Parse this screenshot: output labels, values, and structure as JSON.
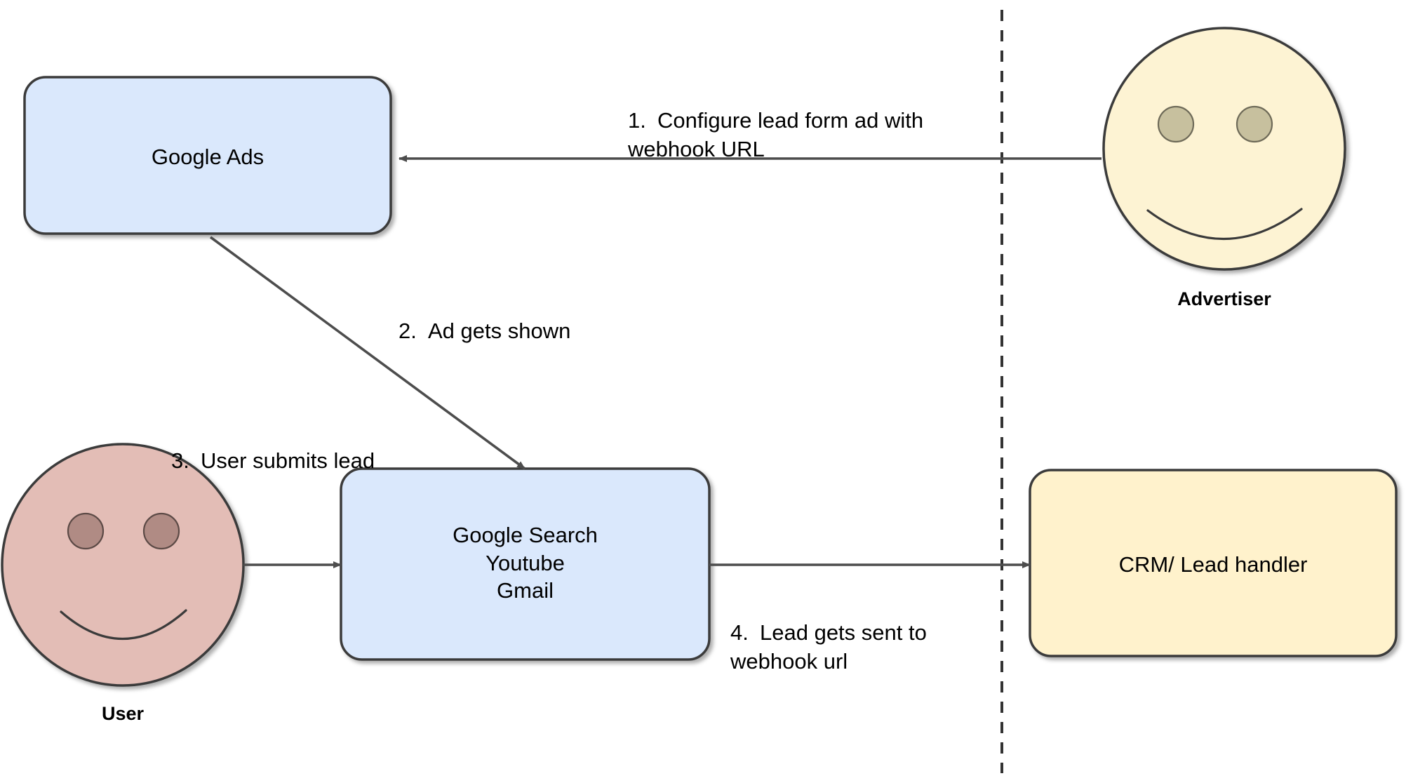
{
  "diagram": {
    "title": "Google Ads lead form webhook flow",
    "background": "#ffffff",
    "colors": {
      "box_blue_fill": "#dae8fc",
      "box_blue_stroke": "#3b3b3b",
      "box_yellow_fill": "#fff2cc",
      "box_yellow_stroke": "#3b3b3b",
      "actor_yellow_fill": "#fdf3d3",
      "actor_yellow_eye": "#c7c09e",
      "actor_pink_fill": "#e3bdb6",
      "actor_pink_eye": "#b08b84",
      "edge_stroke": "#4d4d4d",
      "divider_stroke": "#333333",
      "text": "#000000"
    }
  },
  "nodes": {
    "google_ads": {
      "label": "Google Ads"
    },
    "google_surfaces": {
      "label": "Google Search\nYoutube\nGmail"
    },
    "crm": {
      "label": "CRM/ Lead handler"
    },
    "advertiser": {
      "label": "Advertiser"
    },
    "user": {
      "label": "User"
    }
  },
  "edges": [
    {
      "id": "e1",
      "number": "1.",
      "text": "Configure lead form ad with\nwebhook URL",
      "from": "advertiser",
      "to": "google_ads"
    },
    {
      "id": "e2",
      "number": "2.",
      "text": "Ad gets shown",
      "from": "google_ads",
      "to": "google_surfaces"
    },
    {
      "id": "e3",
      "number": "3.",
      "text": "User submits lead",
      "from": "user",
      "to": "google_surfaces"
    },
    {
      "id": "e4",
      "number": "4.",
      "text": "Lead gets sent to\nwebhook url",
      "from": "google_surfaces",
      "to": "crm"
    }
  ],
  "divider": {
    "style": "dashed",
    "orientation": "vertical"
  }
}
